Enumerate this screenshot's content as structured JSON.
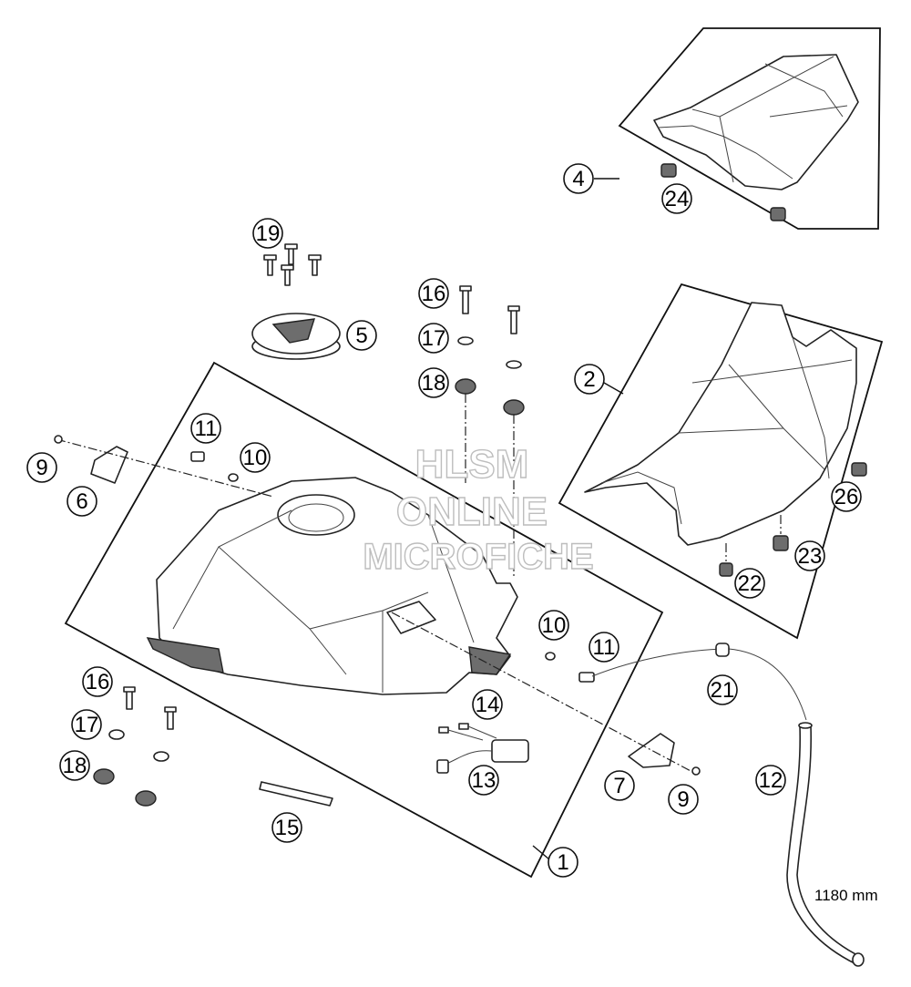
{
  "watermark": {
    "line1": "HLSM",
    "line2": "ONLINE",
    "line3": "MICROFICHE"
  },
  "dimension_label": "1180 mm",
  "callouts": [
    {
      "key": "c1",
      "label": "1"
    },
    {
      "key": "c2",
      "label": "2"
    },
    {
      "key": "c4",
      "label": "4"
    },
    {
      "key": "c5",
      "label": "5"
    },
    {
      "key": "c6",
      "label": "6"
    },
    {
      "key": "c7",
      "label": "7"
    },
    {
      "key": "c9a",
      "label": "9"
    },
    {
      "key": "c9b",
      "label": "9"
    },
    {
      "key": "c10a",
      "label": "10"
    },
    {
      "key": "c10b",
      "label": "10"
    },
    {
      "key": "c11a",
      "label": "11"
    },
    {
      "key": "c11b",
      "label": "11"
    },
    {
      "key": "c12",
      "label": "12"
    },
    {
      "key": "c13",
      "label": "13"
    },
    {
      "key": "c14",
      "label": "14"
    },
    {
      "key": "c15",
      "label": "15"
    },
    {
      "key": "c16a",
      "label": "16"
    },
    {
      "key": "c16b",
      "label": "16"
    },
    {
      "key": "c17a",
      "label": "17"
    },
    {
      "key": "c17b",
      "label": "17"
    },
    {
      "key": "c18a",
      "label": "18"
    },
    {
      "key": "c18b",
      "label": "18"
    },
    {
      "key": "c19",
      "label": "19"
    },
    {
      "key": "c21",
      "label": "21"
    },
    {
      "key": "c22",
      "label": "22"
    },
    {
      "key": "c23",
      "label": "23"
    },
    {
      "key": "c24",
      "label": "24"
    },
    {
      "key": "c26",
      "label": "26"
    }
  ]
}
